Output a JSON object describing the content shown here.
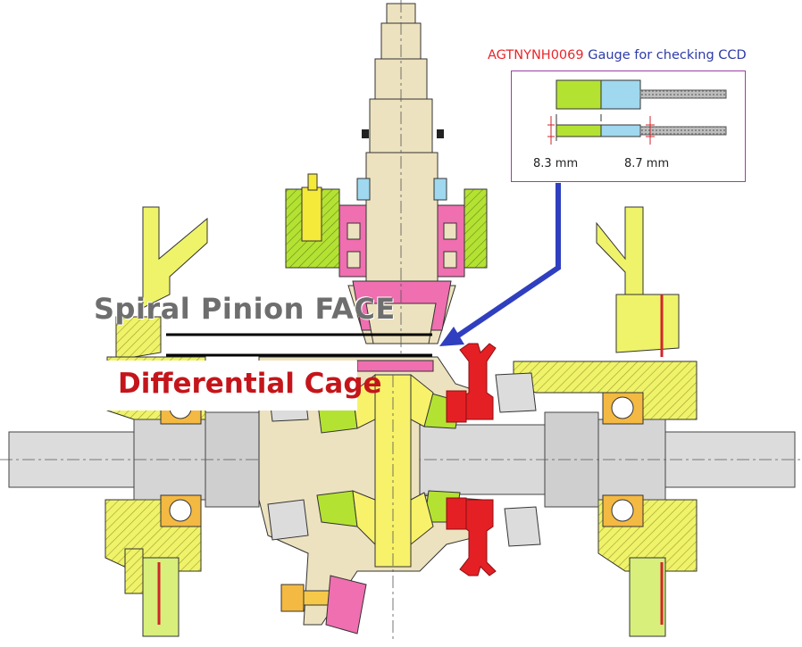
{
  "gauge": {
    "code": "AGTNYNH0069",
    "description": "Gauge for checking CCD",
    "dim_left": "8.3 mm",
    "dim_right": "8.7 mm"
  },
  "labels": {
    "pinion_face": "Spiral Pinion FACE",
    "differential_cage": "Differential Cage"
  },
  "colors": {
    "shaft": "#ede2bf",
    "bearing_pink": "#ef6fb0",
    "housing_yellow": "#eef36a",
    "green": "#b4e233",
    "gauge_blue": "#9fd8ef",
    "fork_red": "#e42025",
    "gear_yellow": "#f7f26a",
    "arrow_blue": "#2f3fbf",
    "cage_label": "#c4151b"
  }
}
